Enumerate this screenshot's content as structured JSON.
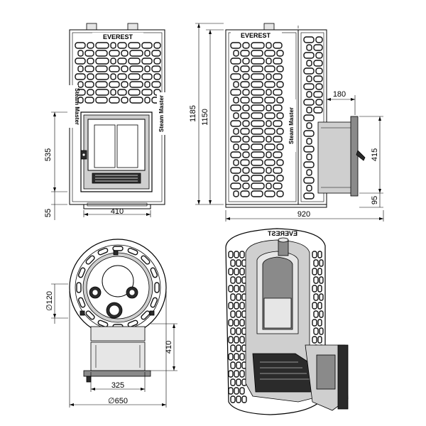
{
  "branding": {
    "brand": "EVEREST",
    "model": "Steam Master",
    "brand_mirrored": "EVEREST"
  },
  "dimensions": {
    "front_door_height": "535",
    "front_base_height": "55",
    "front_width": "410",
    "side_total_height": "1185",
    "side_body_height": "1150",
    "side_tunnel_length": "180",
    "side_door_height": "415",
    "side_door_offset": "95",
    "side_total_depth": "920",
    "top_flue_diameter": "∅120",
    "top_tunnel_length": "410",
    "top_tunnel_width": "325",
    "top_body_diameter": "∅650"
  }
}
